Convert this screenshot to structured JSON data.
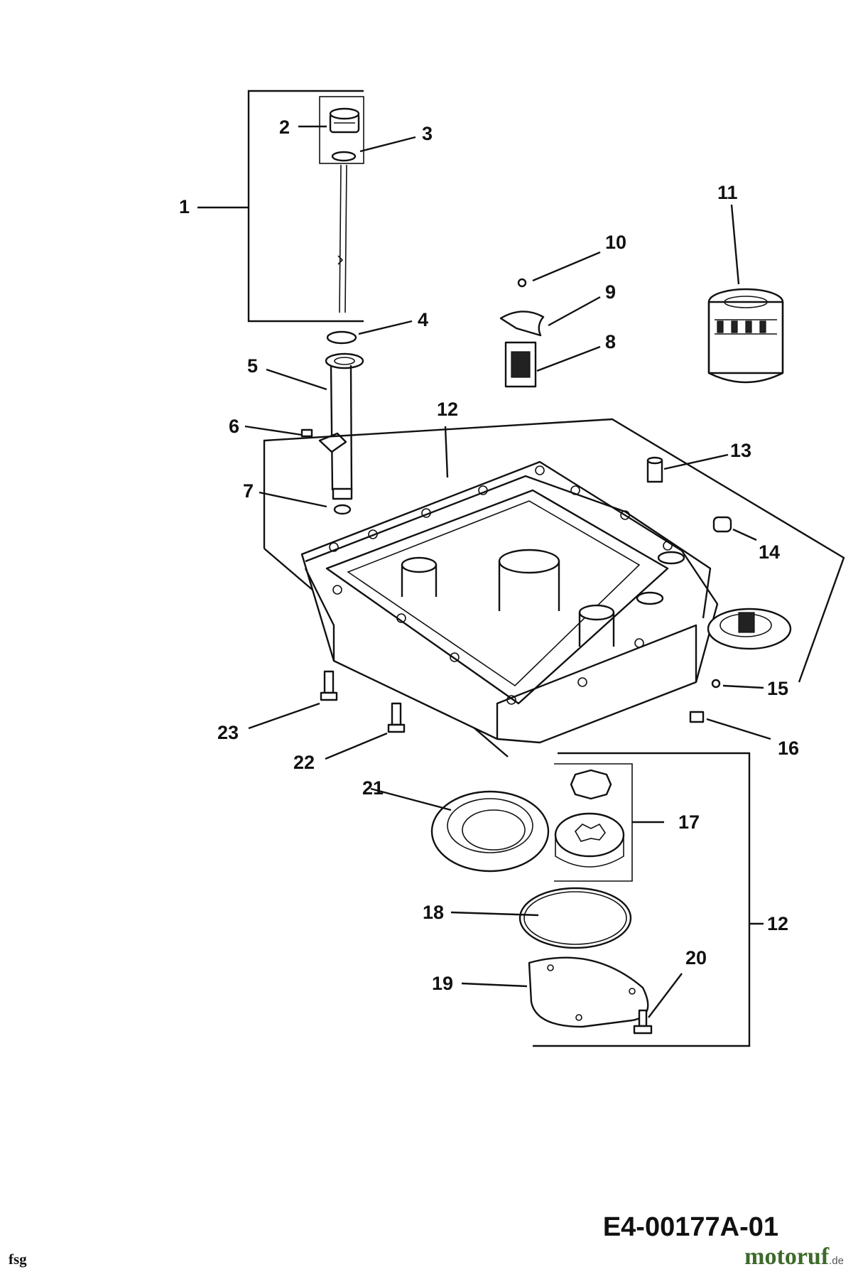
{
  "callouts": {
    "c1": "1",
    "c2": "2",
    "c3": "3",
    "c4": "4",
    "c5": "5",
    "c6": "6",
    "c7": "7",
    "c8": "8",
    "c9": "9",
    "c10": "10",
    "c11": "11",
    "c12a": "12",
    "c12b": "12",
    "c13": "13",
    "c14": "14",
    "c15": "15",
    "c16": "16",
    "c17": "17",
    "c18": "18",
    "c19": "19",
    "c20": "20",
    "c21": "21",
    "c22": "22",
    "c23": "23"
  },
  "footer": {
    "doc_code": "E4-00177A-01",
    "corner_mark": "fsg",
    "brand_name": "motoruf",
    "brand_tld": ".de"
  },
  "colors": {
    "ink": "#111111",
    "background": "#ffffff",
    "brand": "#3d6a2a"
  }
}
